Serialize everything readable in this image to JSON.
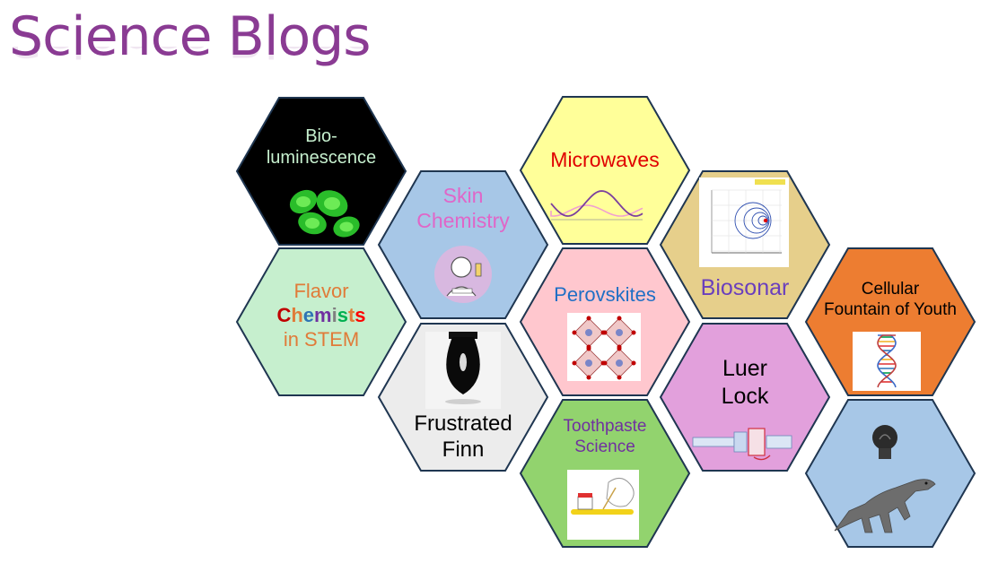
{
  "page": {
    "title": "Science Blogs"
  },
  "tiles": [
    {
      "id": "bioluminescence",
      "lines": [
        "Bio-",
        "luminescence"
      ],
      "fill": "#000000",
      "text_color": "#c6efce",
      "icon": "glowing-leaves-icon"
    },
    {
      "id": "flavor-chemists",
      "lines": [
        "Flavor",
        "Chemists",
        "in STEM"
      ],
      "fill": "#c6efce",
      "text_color": "#e07b39",
      "chemists_colors": [
        "#c00000",
        "#e07b39",
        "#2e74b5",
        "#7030a0",
        "#808080",
        "#00b050",
        "#e07b39",
        "#ff0000"
      ],
      "icon": ""
    },
    {
      "id": "skin-chemistry",
      "lines": [
        "Skin",
        "Chemistry"
      ],
      "fill": "#a7c7e7",
      "text_color": "#e066c8",
      "icon": "skincare-face-icon"
    },
    {
      "id": "frustrated-finn",
      "lines": [
        "Frustrated",
        "Finn"
      ],
      "fill": "#ececec",
      "text_color": "#000000",
      "icon": "black-droplet-icon"
    },
    {
      "id": "microwaves",
      "lines": [
        "Microwaves"
      ],
      "fill": "#ffff99",
      "text_color": "#e00000",
      "icon": "sine-wave-icon"
    },
    {
      "id": "perovskites",
      "lines": [
        "Perovskites"
      ],
      "fill": "#ffc7ce",
      "text_color": "#1f6fc5",
      "icon": "crystal-lattice-icon"
    },
    {
      "id": "toothpaste-science",
      "lines": [
        "Toothpaste",
        "Science"
      ],
      "fill": "#92d36e",
      "text_color": "#7030a0",
      "icon": "toothbrush-icon"
    },
    {
      "id": "biosonar",
      "lines": [
        "Biosonar"
      ],
      "fill": "#e6cf8b",
      "text_color": "#6a3fbd",
      "icon": "doppler-plot-icon"
    },
    {
      "id": "luer-lock",
      "lines": [
        "Luer",
        "Lock"
      ],
      "fill": "#e2a0dc",
      "text_color": "#000000",
      "icon": "syringe-connector-icon"
    },
    {
      "id": "cellular-fountain",
      "lines": [
        "Cellular",
        "Fountain of Youth"
      ],
      "fill": "#ed7d31",
      "text_color": "#000000",
      "icon": "dna-helix-icon"
    },
    {
      "id": "dinosaur-idea",
      "lines": [],
      "fill": "#a7c7e7",
      "text_color": "#000000",
      "icon": "lightbulb-dinosaur-icon"
    }
  ],
  "colors": {
    "title": "#8a3b93",
    "hex_border": "#1f3651"
  }
}
